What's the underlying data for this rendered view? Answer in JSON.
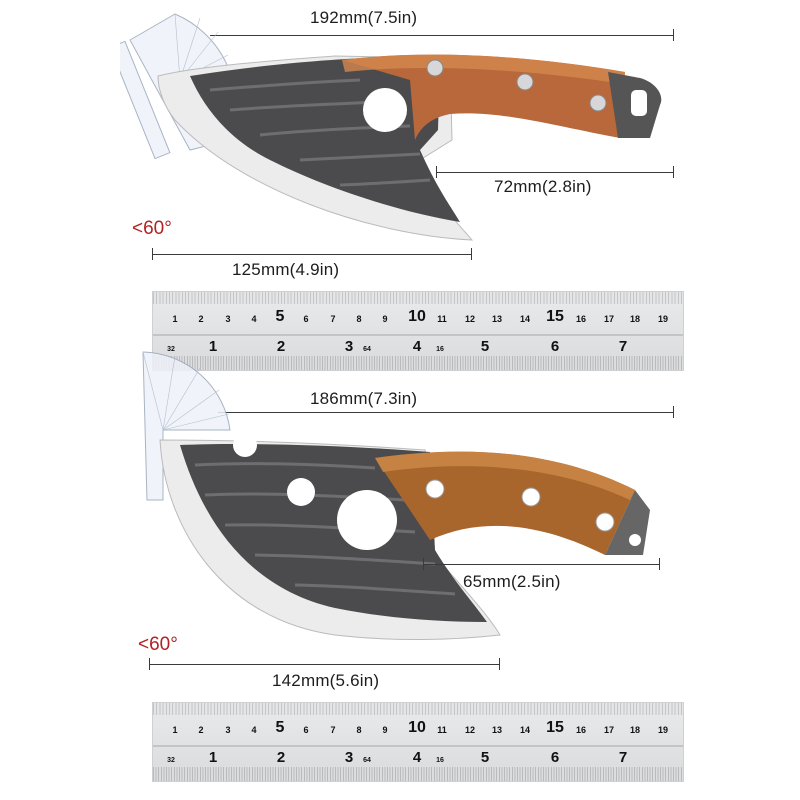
{
  "knife_1": {
    "overall_length": "192mm(7.5in)",
    "handle_length": "72mm(2.8in)",
    "blade_length": "125mm(4.9in)",
    "edge_angle": "<60°"
  },
  "knife_2": {
    "overall_length": "186mm(7.3in)",
    "handle_length": "65mm(2.5in)",
    "blade_length": "142mm(5.6in)",
    "edge_angle": "<60°"
  },
  "ruler": {
    "cm_labels": [
      "1",
      "2",
      "3",
      "4",
      "5",
      "6",
      "7",
      "8",
      "9",
      "10",
      "11",
      "12",
      "13",
      "14",
      "15",
      "16",
      "17",
      "18",
      "19"
    ],
    "inch_labels": [
      "1",
      "2",
      "3",
      "4",
      "5",
      "6",
      "7"
    ],
    "fraction_labels": [
      "32",
      "64",
      "16"
    ]
  },
  "colors": {
    "angle_text": "#b22222",
    "handle_wood": "#b8683a",
    "blade_dark": "#4a4a4c",
    "blade_edge": "#e8e8e8"
  }
}
